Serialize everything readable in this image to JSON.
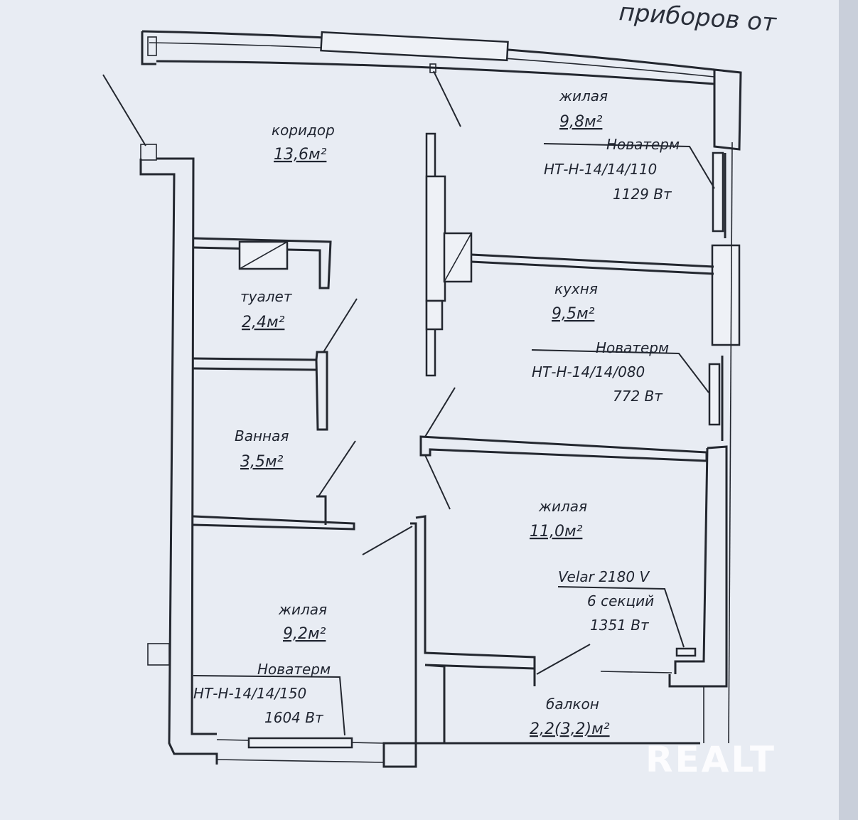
{
  "header_fragment": "приборов от",
  "rooms": {
    "corridor": {
      "name": "коридор",
      "area": "13,6м²"
    },
    "living_top": {
      "name": "жилая",
      "area": "9,8м²"
    },
    "toilet": {
      "name": "туалет",
      "area": "2,4м²"
    },
    "kitchen": {
      "name": "кухня",
      "area": "9,5м²"
    },
    "bathroom": {
      "name": "Ванная",
      "area": "3,5м²"
    },
    "living_mid": {
      "name": "жилая",
      "area": "11,0м²"
    },
    "living_bottom": {
      "name": "жилая",
      "area": "9,2м²"
    },
    "balcony": {
      "name": "балкон",
      "area": "2,2(3,2)м²"
    }
  },
  "radiators": {
    "living_top": {
      "brand": "Новатерм",
      "model": "НТ-Н-14/14/110",
      "power": "1129 Вт"
    },
    "kitchen": {
      "brand": "Новатерм",
      "model": "НТ-Н-14/14/080",
      "power": "772 Вт"
    },
    "living_mid": {
      "brand": "Velar 2180 V",
      "model": "6 секций",
      "power": "1351 Вт"
    },
    "living_bottom": {
      "brand": "Новатерм",
      "model": "НТ-Н-14/14/150",
      "power": "1604 Вт"
    }
  },
  "watermark": "REALT",
  "colors": {
    "paper": "#eef1f6",
    "ink": "#23272f",
    "watermark": "#ffffff"
  }
}
